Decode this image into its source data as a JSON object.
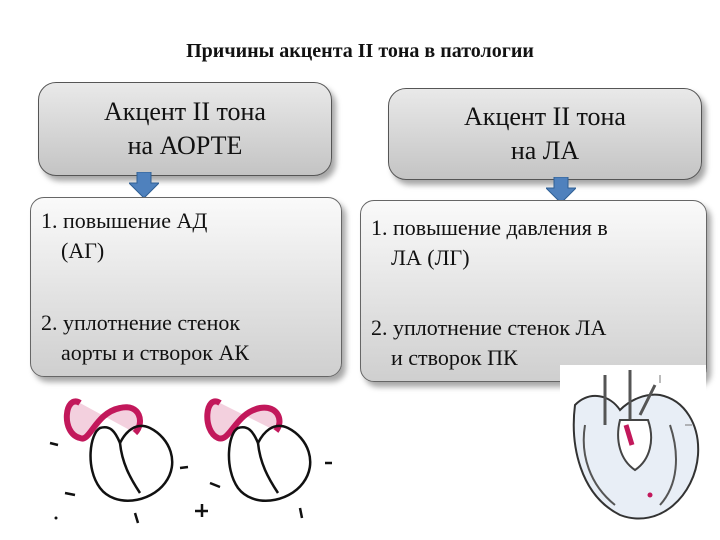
{
  "title": "Причины акцента  II тона в патологии",
  "left": {
    "header_line1": "Акцент II тона",
    "header_line2": "на АОРТЕ",
    "items": [
      {
        "line1": "1.  повышение  АД",
        "line2": "(АГ)"
      },
      {
        "line1": "2.  уплотнение стенок",
        "line2": "аорты и створок АК"
      }
    ]
  },
  "right": {
    "header_line1": "Акцент II тона",
    "header_line2": "на ЛА",
    "items": [
      {
        "line1": "1.  повышение давления в",
        "line2": "ЛА (ЛГ)"
      },
      {
        "line1": "2.  уплотнение стенок ЛА",
        "line2": "и створок ПК"
      }
    ]
  },
  "colors": {
    "arrow": "#4f81bd",
    "highlight": "#c2185b"
  },
  "icons": [
    "heart-diagram-icon",
    "heart-section-icon"
  ]
}
